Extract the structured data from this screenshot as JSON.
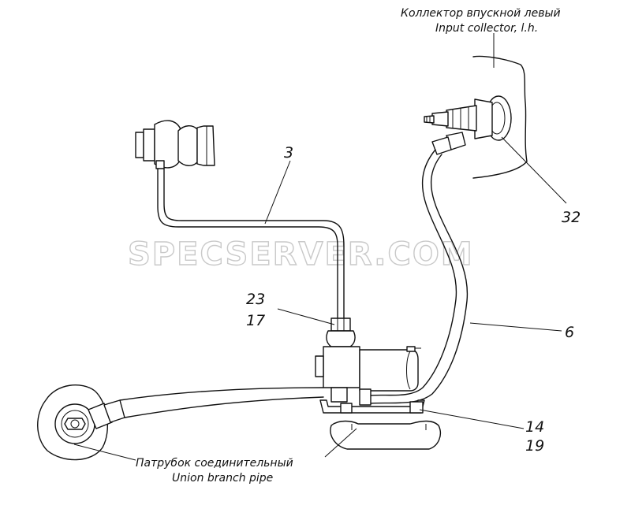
{
  "labels": {
    "collector_ru": "Коллектор впускной левый",
    "collector_en": "Input collector, l.h.",
    "union_ru": "Патрубок соединительный",
    "union_en": "Union branch pipe",
    "watermark": "SPECSERVER.COM"
  },
  "callouts": {
    "c3": "3",
    "c32": "32",
    "c23": "23",
    "c17": "17",
    "c6": "6",
    "c14": "14",
    "c19": "19"
  }
}
